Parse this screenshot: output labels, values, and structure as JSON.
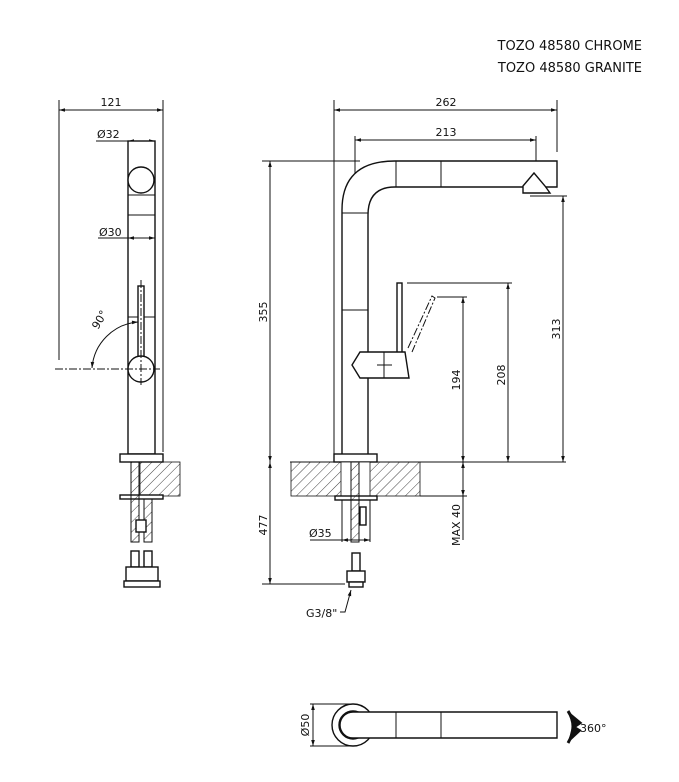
{
  "title": {
    "line1": "TOZO 48580 CHROME",
    "line2": "TOZO 48580 GRANITE"
  },
  "side_view": {
    "width_dim": "121",
    "top_diameter": "Ø32",
    "body_diameter": "Ø30",
    "lever_angle": "90°"
  },
  "front_view": {
    "overall_reach": "262",
    "spout_reach": "213",
    "overall_height": "355",
    "below_counter": "477",
    "spout_outlet_height": "313",
    "lever_height": "208",
    "lever_tip_height": "194",
    "max_counter_thickness": "MAX 40",
    "shank_diameter": "Ø35",
    "connection_thread": "G3/8\""
  },
  "top_view": {
    "base_diameter": "Ø50",
    "rotation": "360°"
  }
}
